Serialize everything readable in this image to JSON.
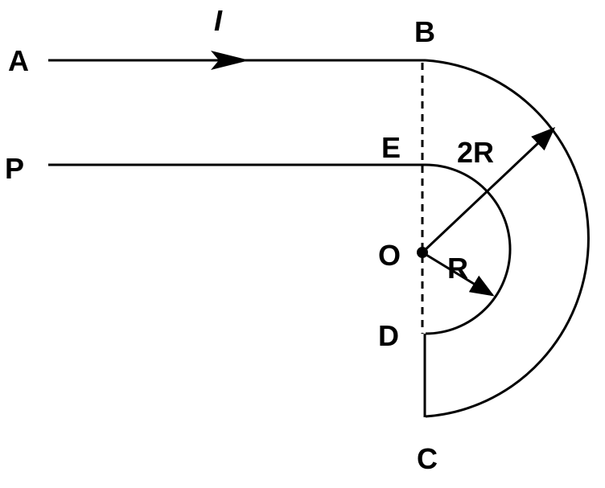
{
  "labels": {
    "A": "A",
    "I": "I",
    "B": "B",
    "P": "P",
    "E": "E",
    "two_R": "2R",
    "O": "O",
    "R": "R",
    "D": "D",
    "C": "C"
  },
  "colors": {
    "stroke": "#000000",
    "background": "#ffffff"
  }
}
